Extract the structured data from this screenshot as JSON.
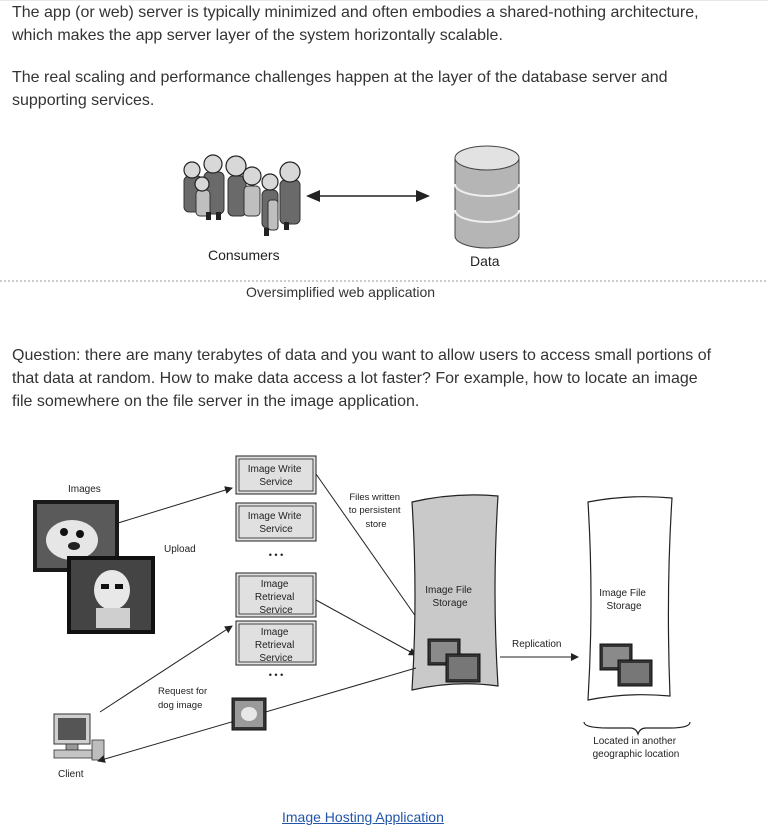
{
  "paragraphs": {
    "p1": "The app (or web) server is typically minimized and often embodies a shared-nothing architecture, which makes the app server layer of the system horizontally scalable.",
    "p2": "The real scaling and performance challenges happen at the layer of the database server and supporting services.",
    "p3": "Question: there are many terabytes of data and you want to allow users to access small portions of that data at random. How to make data access a lot faster? For example,  how to locate an image file somewhere on the file server in the image application."
  },
  "figure1": {
    "consumers_label": "Consumers",
    "data_label": "Data",
    "caption": "Oversimplified web application"
  },
  "figure2": {
    "images_label": "Images",
    "upload_label": "Upload",
    "write_service_1": [
      "Image Write",
      "Service"
    ],
    "write_service_2": [
      "Image Write",
      "Service"
    ],
    "retrieval_service_1": [
      "Image",
      "Retrieval",
      "Service"
    ],
    "retrieval_service_2": [
      "Image",
      "Retrieval",
      "Service"
    ],
    "ellipsis": "• • •",
    "files_written": [
      "Files written",
      "to persistent",
      "store"
    ],
    "storage_primary": [
      "Image File",
      "Storage"
    ],
    "storage_replica": [
      "Image File",
      "Storage"
    ],
    "replication_label": "Replication",
    "request_label": [
      "Request for",
      "dog image"
    ],
    "client_label": "Client",
    "located_label": [
      "Located in another",
      "geographic location"
    ],
    "caption_link": "Image Hosting Application"
  }
}
